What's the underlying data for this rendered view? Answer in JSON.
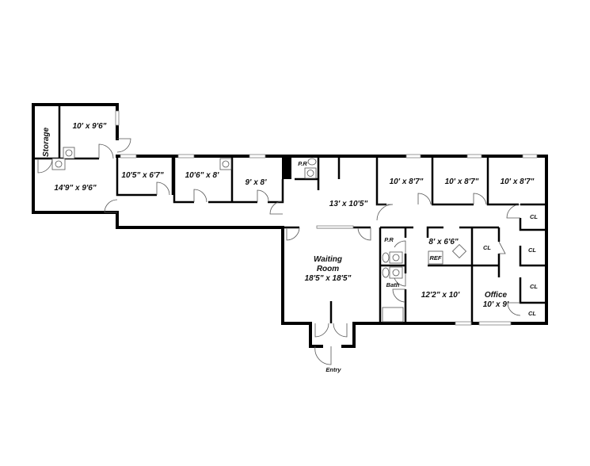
{
  "rooms": {
    "storage": "Storage",
    "room_a": "10' x 9'6\"",
    "room_b": "14'9\" x 9'6\"",
    "room_c": "10'5\" x 6'7\"",
    "room_d": "10'6\" x 8'",
    "room_e": "9' x 8'",
    "pr_top": "P.R",
    "reception": "13' x 10'5\"",
    "office_1": "10' x 8'7\"",
    "office_2": "10' x 8'7\"",
    "office_3": "10' x 8'7\"",
    "waiting_1": "Waiting",
    "waiting_2": "Room",
    "waiting_3": "18'5\" x 18'5\"",
    "pr_mid": "P.R",
    "bath": "Bath",
    "kitchen": "8' x 6'6\"",
    "ref": "REF",
    "cl_1": "CL",
    "cl_2": "CL",
    "cl_3": "CL",
    "cl_4": "CL",
    "cl_5": "CL",
    "room_f": "12'2\" x 10'",
    "office_name": "Office",
    "office_size": "10' x 9'",
    "entry": "Entry"
  }
}
